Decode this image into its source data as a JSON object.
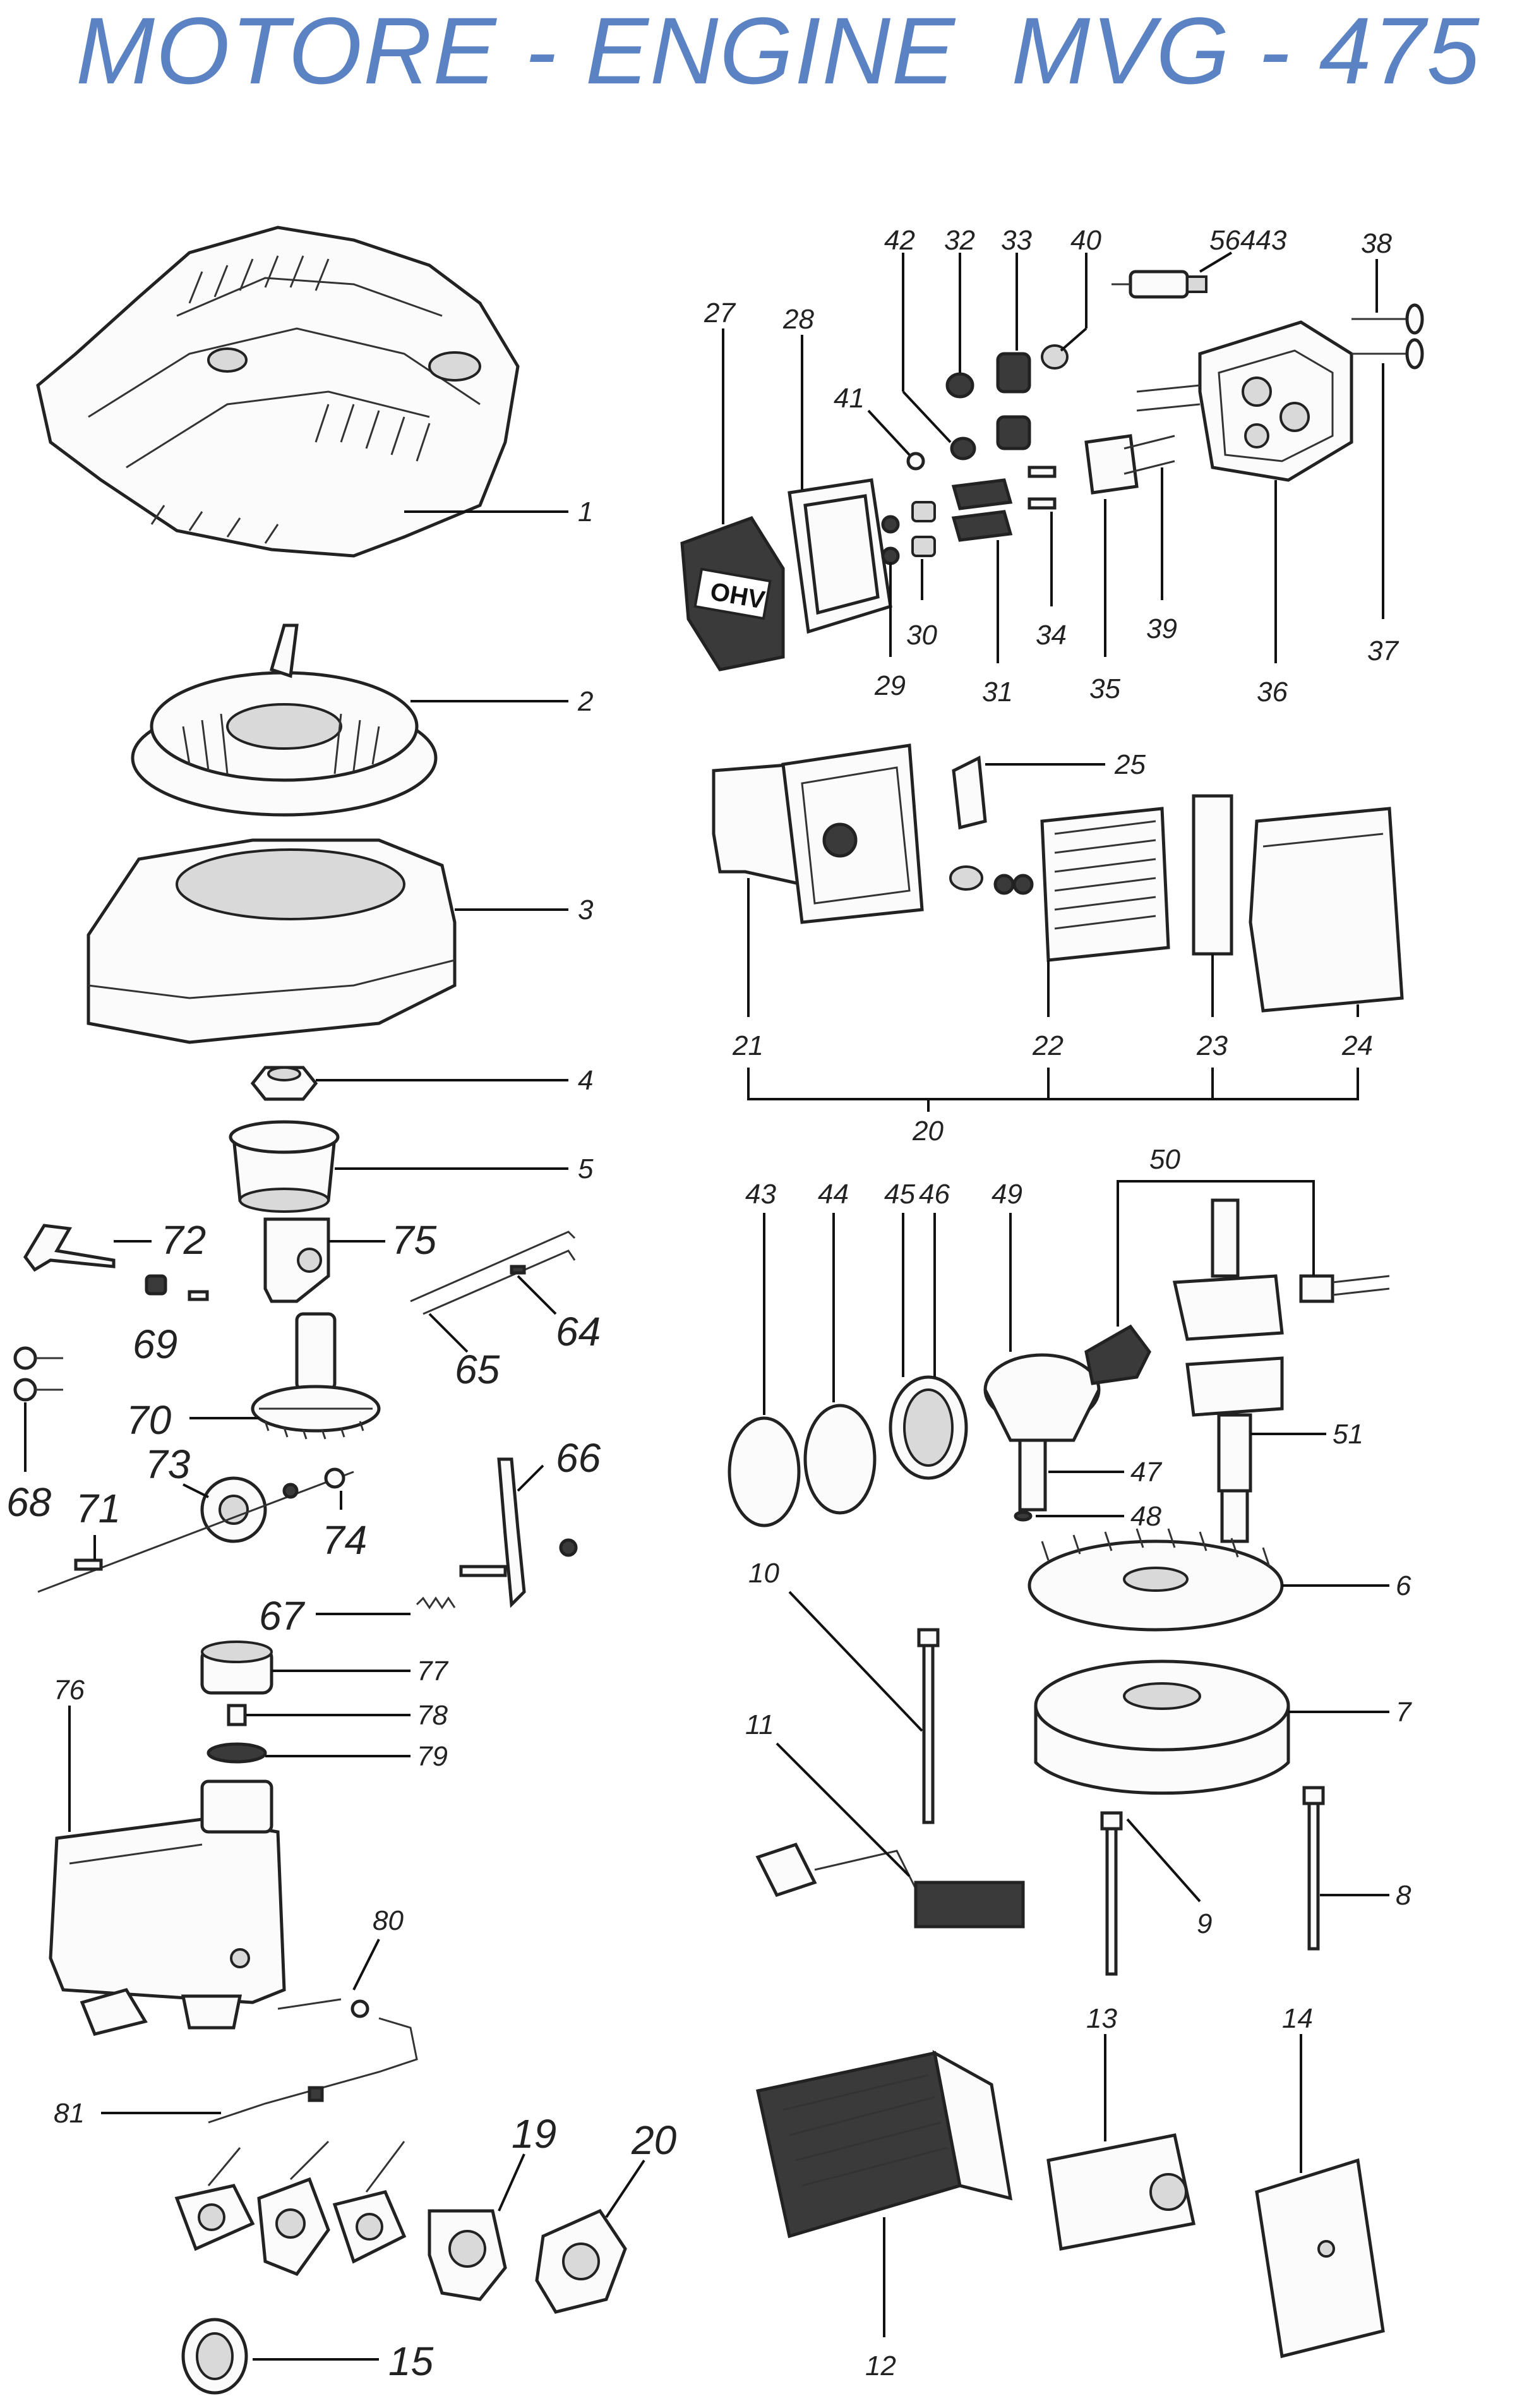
{
  "title": "MOTORE - ENGINE  MVG - 475",
  "labels": {
    "l1": "1",
    "l2": "2",
    "l3": "3",
    "l4": "4",
    "l5": "5",
    "l6": "6",
    "l7": "7",
    "l8": "8",
    "l9": "9",
    "l10": "10",
    "l11": "11",
    "l12": "12",
    "l13": "13",
    "l14": "14",
    "l15": "15",
    "l19": "19",
    "l20a": "20",
    "l20b": "20",
    "l21": "21",
    "l22": "22",
    "l23": "23",
    "l24": "24",
    "l25": "25",
    "l27": "27",
    "l28": "28",
    "l29": "29",
    "l30": "30",
    "l31": "31",
    "l32": "32",
    "l33": "33",
    "l34": "34",
    "l35": "35",
    "l36": "36",
    "l37": "37",
    "l38": "38",
    "l39": "39",
    "l40": "40",
    "l41": "41",
    "l42": "42",
    "l43": "43",
    "l44": "44",
    "l45": "45",
    "l46": "46",
    "l47": "47",
    "l48": "48",
    "l49": "49",
    "l50": "50",
    "l51": "51",
    "l56443": "56443",
    "l64": "64",
    "l65": "65",
    "l66": "66",
    "l67": "67",
    "l68": "68",
    "l69": "69",
    "l70": "70",
    "l71": "71",
    "l72": "72",
    "l73": "73",
    "l74": "74",
    "l75": "75",
    "l76": "76",
    "l77": "77",
    "l78": "78",
    "l79": "79",
    "l80": "80",
    "l81": "81"
  },
  "valve_cover_text": "OHV",
  "colors": {
    "title": "#5b82c2",
    "line": "#111111",
    "part_fill": "#fbfbfb",
    "part_dark": "#3a3a3a"
  }
}
